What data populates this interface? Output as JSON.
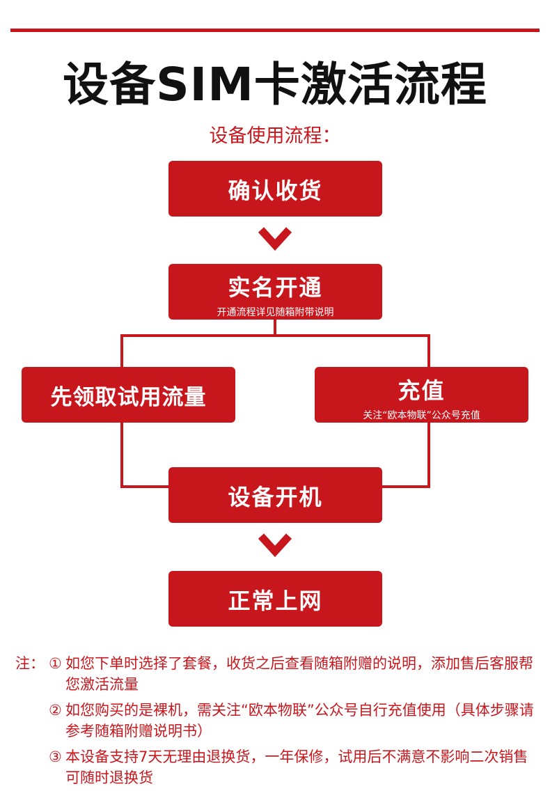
{
  "title": "设备SIM卡激活流程",
  "subtitle": "设备使用流程：",
  "colors": {
    "accent": "#c8161d",
    "text": "#111111",
    "background": "#ffffff"
  },
  "steps": {
    "confirm": {
      "title": "确认收货"
    },
    "realname": {
      "title": "实名开通",
      "note": "开通流程详见随箱附带说明"
    },
    "trial": {
      "title": "先领取试用流量"
    },
    "recharge": {
      "title": "充值",
      "note": "关注“欧本物联”公众号充值"
    },
    "poweron": {
      "title": "设备开机"
    },
    "online": {
      "title": "正常上网"
    }
  },
  "notes": {
    "prefix": "注：",
    "items": [
      {
        "num": "①",
        "text": "如您下单时选择了套餐，收货之后查看随箱附赠的说明，添加售后客服帮您激活流量"
      },
      {
        "num": "②",
        "text": "如您购买的是裸机，需关注“欧本物联”公众号自行充值使用（具体步骤请参考随箱附赠说明书）"
      },
      {
        "num": "③",
        "text": "本设备支持7天无理由退换货，一年保修，试用后不满意不影响二次销售可随时退换货"
      }
    ]
  }
}
